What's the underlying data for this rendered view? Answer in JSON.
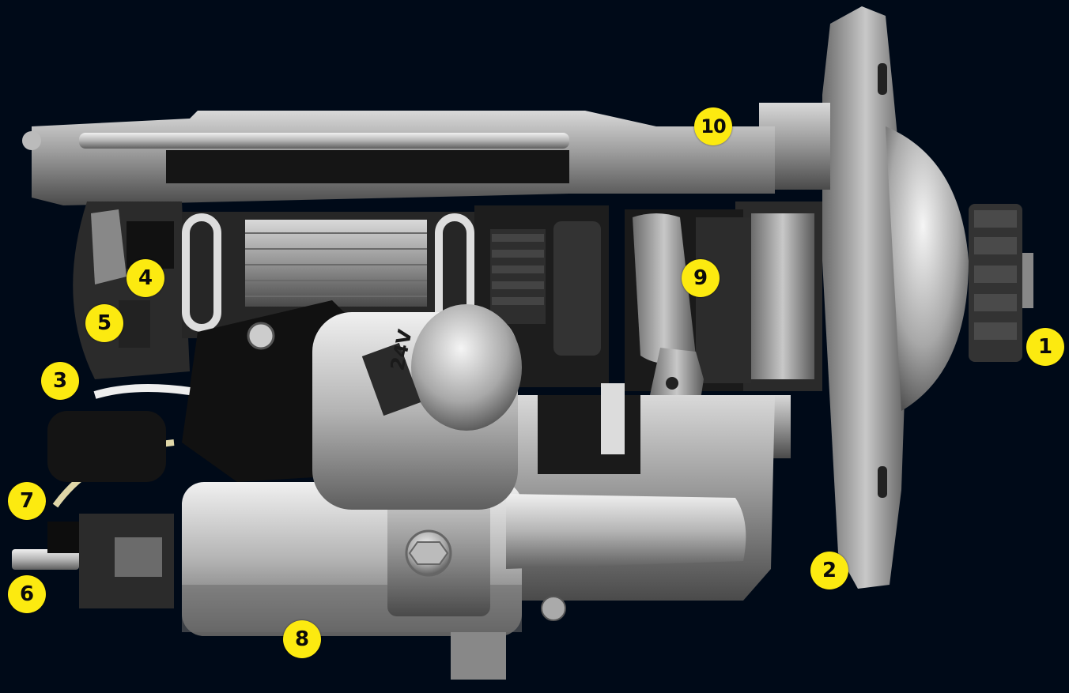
{
  "diagram": {
    "background": "#000a18",
    "marker_color": "#fcea10",
    "markers": [
      {
        "id": "1",
        "label": "1"
      },
      {
        "id": "2",
        "label": "2"
      },
      {
        "id": "3",
        "label": "3"
      },
      {
        "id": "4",
        "label": "4"
      },
      {
        "id": "5",
        "label": "5"
      },
      {
        "id": "6",
        "label": "6"
      },
      {
        "id": "7",
        "label": "7"
      },
      {
        "id": "8",
        "label": "8"
      },
      {
        "id": "9",
        "label": "9"
      },
      {
        "id": "10",
        "label": "10"
      }
    ],
    "solenoid_marking": "24V"
  }
}
